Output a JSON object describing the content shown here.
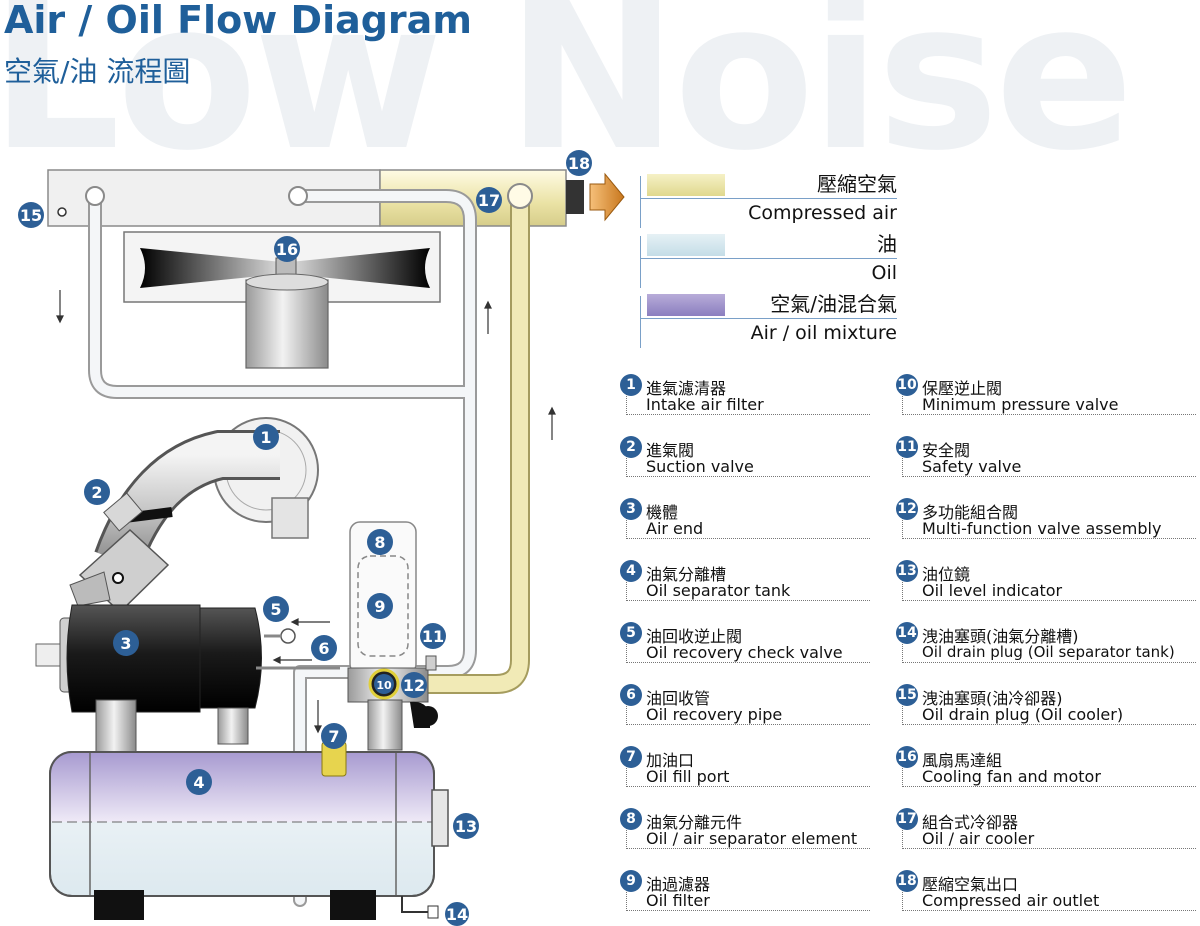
{
  "header": {
    "title": "Air / Oil Flow Diagram",
    "subtitle": "空氣/油 流程圖",
    "background_word": "Low Noise"
  },
  "legend": [
    {
      "zh": "壓縮空氣",
      "en": "Compressed air",
      "color": "#e9e3a6"
    },
    {
      "zh": "油",
      "en": "Oil",
      "color": "#cfe4ec"
    },
    {
      "zh": "空氣/油混合氣",
      "en": "Air / oil mixture",
      "color": "#9a8fc6"
    }
  ],
  "items": [
    {
      "num": "1",
      "zh": "進氣濾清器",
      "en": "Intake air filter"
    },
    {
      "num": "2",
      "zh": "進氣閥",
      "en": "Suction valve"
    },
    {
      "num": "3",
      "zh": "機體",
      "en": "Air end"
    },
    {
      "num": "4",
      "zh": "油氣分離槽",
      "en": "Oil separator tank"
    },
    {
      "num": "5",
      "zh": "油回收逆止閥",
      "en": "Oil recovery check valve"
    },
    {
      "num": "6",
      "zh": "油回收管",
      "en": "Oil recovery pipe"
    },
    {
      "num": "7",
      "zh": "加油口",
      "en": "Oil fill port"
    },
    {
      "num": "8",
      "zh": "油氣分離元件",
      "en": "Oil / air separator element"
    },
    {
      "num": "9",
      "zh": "油過濾器",
      "en": "Oil filter"
    },
    {
      "num": "10",
      "zh": "保壓逆止閥",
      "en": "Minimum pressure valve"
    },
    {
      "num": "11",
      "zh": "安全閥",
      "en": "Safety valve"
    },
    {
      "num": "12",
      "zh": "多功能組合閥",
      "en": "Multi-function valve assembly"
    },
    {
      "num": "13",
      "zh": "油位鏡",
      "en": "Oil level indicator"
    },
    {
      "num": "14",
      "zh": "洩油塞頭(油氣分離槽)",
      "en": "Oil drain plug (Oil separator tank)"
    },
    {
      "num": "15",
      "zh": "洩油塞頭(油冷卻器)",
      "en": "Oil drain plug (Oil cooler)"
    },
    {
      "num": "16",
      "zh": "風扇馬達組",
      "en": "Cooling fan and motor"
    },
    {
      "num": "17",
      "zh": "組合式冷卻器",
      "en": "Oil / air cooler"
    },
    {
      "num": "18",
      "zh": "壓縮空氣出口",
      "en": "Compressed air outlet"
    }
  ],
  "diagram_badges": [
    "1",
    "2",
    "3",
    "4",
    "5",
    "6",
    "7",
    "8",
    "9",
    "10",
    "11",
    "12",
    "13",
    "14",
    "15",
    "16",
    "17",
    "18"
  ]
}
